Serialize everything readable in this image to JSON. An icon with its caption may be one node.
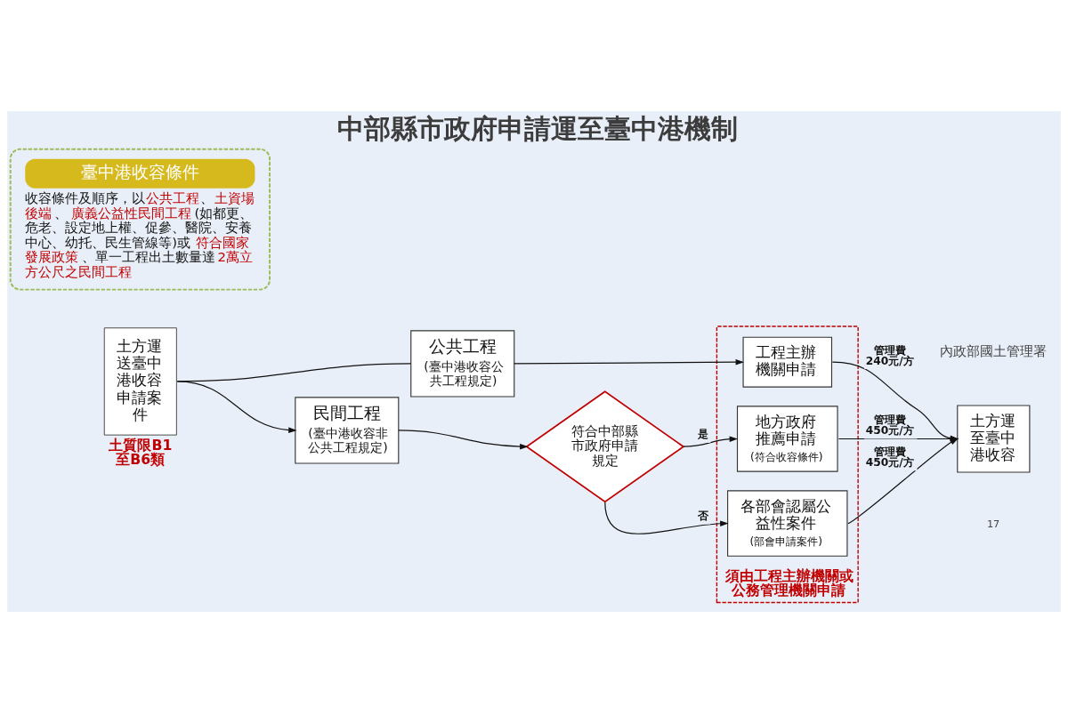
{
  "diagram": {
    "title": "中部縣市政府申請運至臺中港機制",
    "nodes": [
      {
        "text": [
          "臺中港收容條件",
          "收容條件及順序，以**公共工程**、**土資場後端**、**廣義公益性民間工程**(如都更、危老、設定地上權、促參、醫院、安養中心、幼托、民生管線等)或**符合國家發展政策**、單一工程出土數量達**2萬立方公尺之民間工程**"
        ]
      },
      {
        "text": [
          "土方運送臺中港收容申請案件"
        ],
        "beside": [
          "土質限B1至B6類"
        ]
      },
      {
        "text": [
          "公共工程",
          "(臺中港收容公共工程規定)"
        ]
      },
      {
        "text": [
          "民間工程",
          "(臺中港收容非公共工程規定)"
        ]
      },
      {
        "text": [
          "符合中部縣市政府申請規定"
        ]
      },
      {
        "text": [
          "須由工程主辦機關或公務管理機關申請"
        ]
      },
      {
        "text": [
          "工程主辦機關申請"
        ],
        "in": 5
      },
      {
        "text": [
          "地方政府推薦申請",
          "(符合收容條件)"
        ],
        "in": 5
      },
      {
        "text": [
          "各部會認屬公益性案件",
          "(部會申請案件)"
        ],
        "in": 5
      },
      {
        "text": [
          "土方運至臺中港收容"
        ]
      }
    ],
    "edges": [
      {
        "from": 1,
        "to": 2,
        "arrow": "none"
      },
      {
        "from": 1,
        "to": 3,
        "arrow": "to"
      },
      {
        "from": 2,
        "to": 6,
        "arrow": "to"
      },
      {
        "from": 3,
        "to": 4,
        "arrow": "to"
      },
      {
        "from": 4,
        "to": 7,
        "arrow": "to",
        "label": "是"
      },
      {
        "from": 4,
        "to": 8,
        "arrow": "to",
        "label": "否"
      },
      {
        "from": 6,
        "to": 9,
        "arrow": "to",
        "label": "管理費 240元/方"
      },
      {
        "from": 7,
        "to": 9,
        "arrow": "to",
        "label": "管理費 450元/方"
      },
      {
        "from": 8,
        "to": 9,
        "arrow": "to",
        "label": "管理費 450元/方"
      }
    ],
    "labels": [
      "內政部國土管理署",
      "17"
    ]
  }
}
